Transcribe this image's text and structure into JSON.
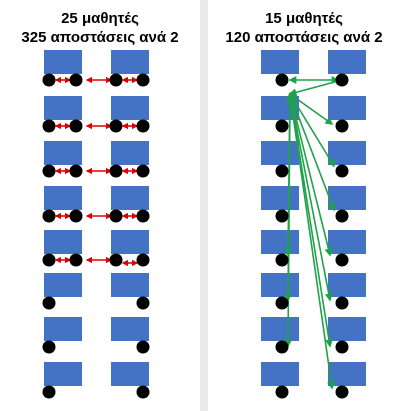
{
  "left_panel": {
    "title_line1": "25 μαθητές",
    "title_line2": "325 αποστάσεις ανά 2"
  },
  "right_panel": {
    "title_line1": "15 μαθητές",
    "title_line2": "120 αποστάσεις ανά 2"
  },
  "colors": {
    "desk": "#4472C4",
    "student": "#000000",
    "left_arrow": "#E00000",
    "right_arrow": "#1FA34A",
    "background": "#FFFFFF",
    "divider": "#E9E9E9"
  }
}
